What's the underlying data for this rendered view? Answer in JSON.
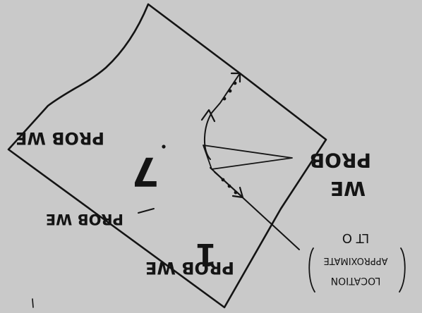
{
  "labels": {
    "upper_left_zone": "PROB WE",
    "upper_left_number": "7",
    "right_zone_line1": "PROB",
    "right_zone_line2": "WE",
    "left_strip": "PROB WE",
    "bottom_zone": "PROB WE",
    "bottom_number": "1",
    "location_note_line1": "LT O",
    "location_note_line2": "APPROXIMATE",
    "location_note_line3": "LOCATION"
  }
}
